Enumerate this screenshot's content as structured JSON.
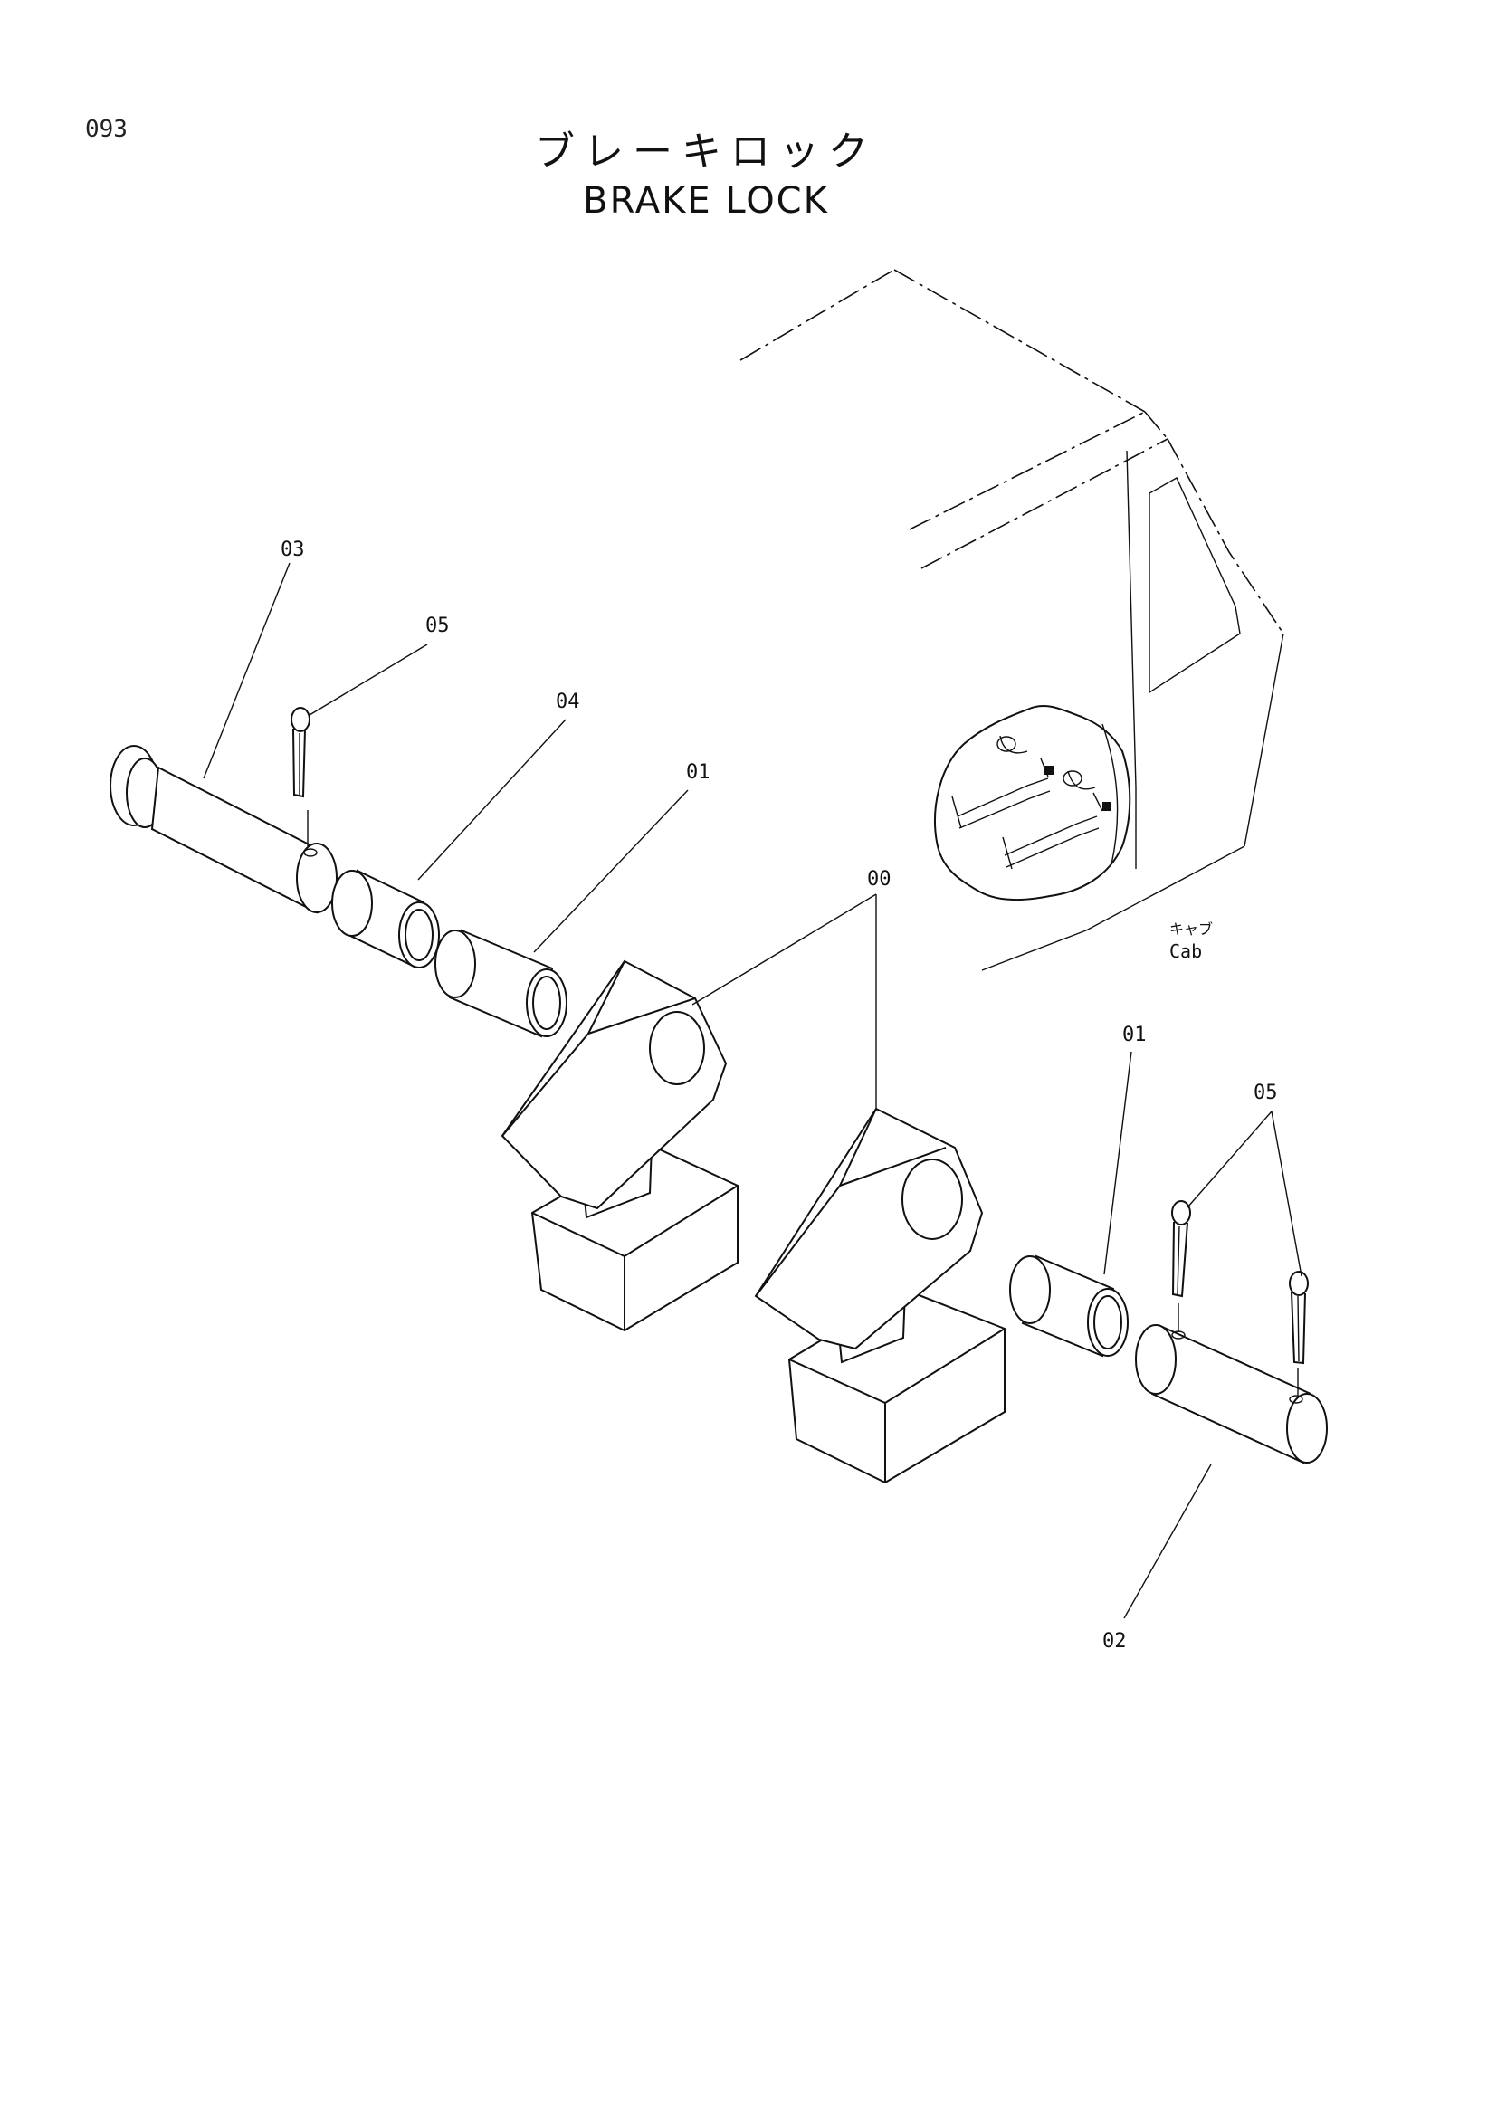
{
  "page_number": "093",
  "title_jp": "ブレーキロック",
  "title_en": "BRAKE LOCK",
  "cab_label_jp": "キャブ",
  "cab_label_en": "Cab",
  "callouts": {
    "c03": "03",
    "c05_top": "05",
    "c04": "04",
    "c01_top": "01",
    "c00": "00",
    "c01_right": "01",
    "c05_right": "05",
    "c02": "02"
  }
}
